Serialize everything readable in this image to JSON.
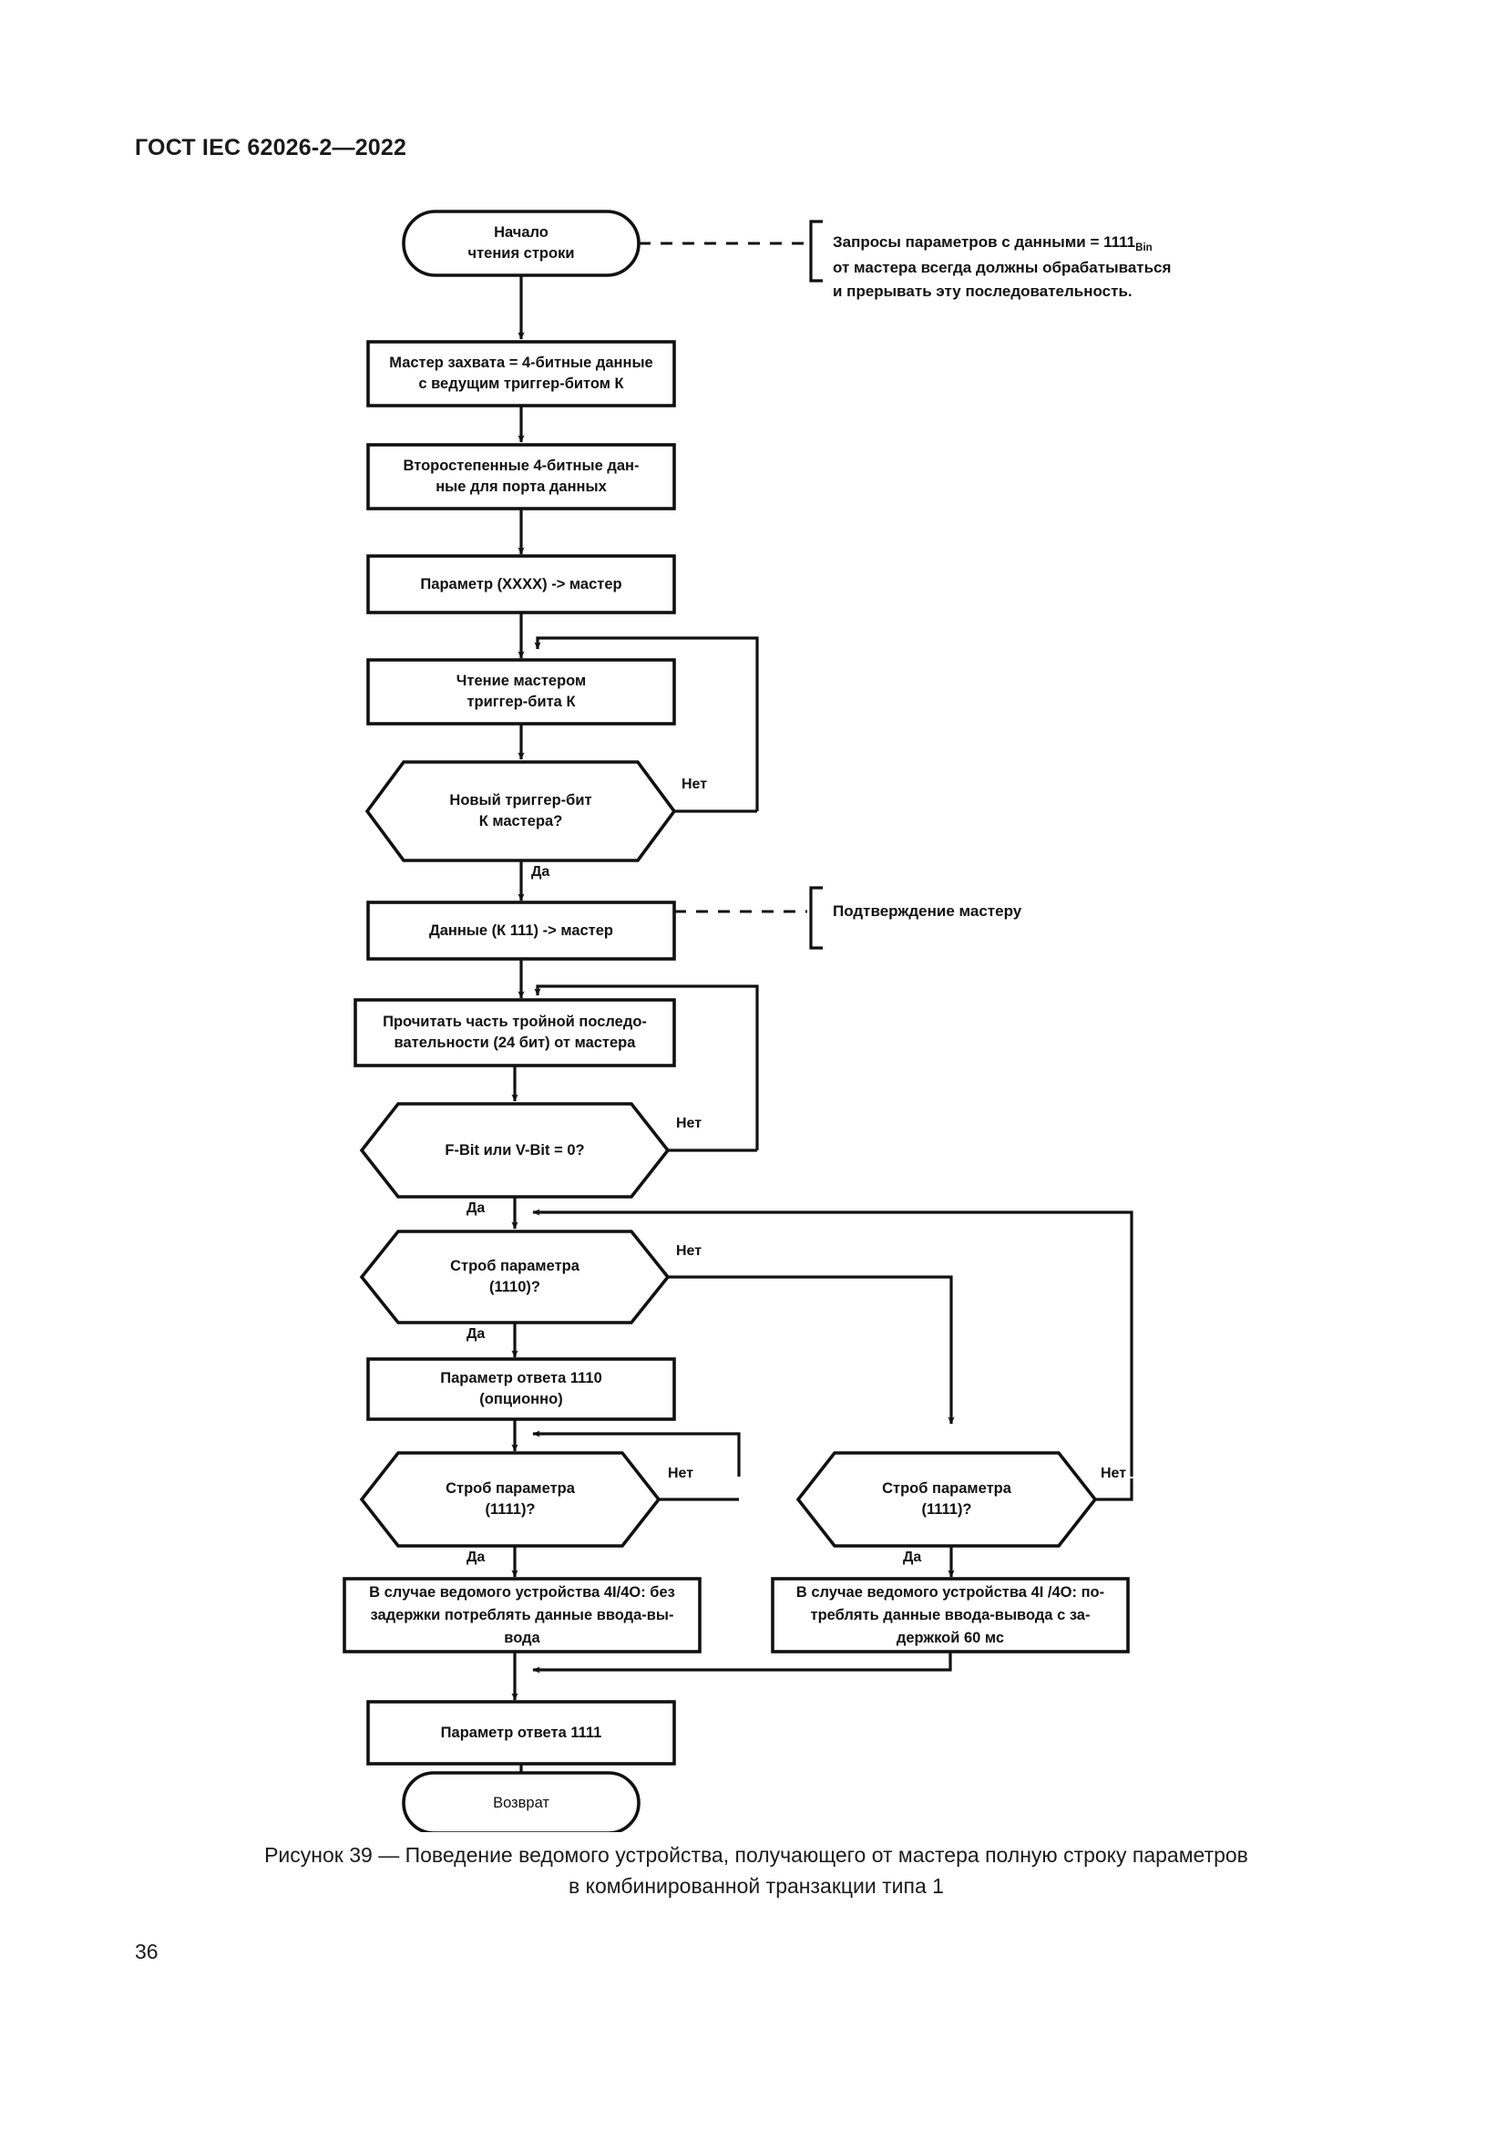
{
  "document": {
    "header": "ГОСТ IEC 62026-2—2022",
    "page_number": "36"
  },
  "figure": {
    "caption_line1": "Рисунок 39 — Поведение ведомого устройства, получающего от мастера полную строку параметров",
    "caption_line2": "в комбинированной транзакции типа 1",
    "nodes": {
      "start": "Начало\nчтения строки",
      "capture_master": "Мастер захвата = 4-битные данные\nс ведущим триггер-битом К",
      "secondary_data": "Второстепенные 4-битные дан-\nные для порта данных",
      "param_xxxx": "Параметр (ХХХХ) -> мастер",
      "master_read_trigger": "Чтение мастером\nтриггер-бита К",
      "decision_new_trigger": "Новый триггер-бит\nК мастера?",
      "data_k111": "Данные (К 111) -> мастер",
      "read_triple": "Прочитать часть тройной последо-\nвательности (24 бит) от мастера",
      "decision_fbit": "F-Bit или V-Bit = 0?",
      "decision_strobe_1110": "Строб параметра\n(1110)?",
      "param_answer_1110": "Параметр ответа 1110\n(опционно)",
      "decision_strobe_1111_left": "Строб параметра\n(1111)?",
      "decision_strobe_1111_right": "Строб параметра\n(1111)?",
      "slave_4i4o_nodelay": "В случае ведомого устройства 4I/4O: без\nзадержки потреблять данные ввода-вы-\nвода",
      "slave_4i4o_delay": "В случае ведомого устройства 4I /4O: по-\nтреблять данные ввода-вывода с за-\nдержкой 60 мс",
      "param_answer_1111": "Параметр ответа 1111",
      "return": "Возврат"
    },
    "edge_labels": {
      "no_new_trigger": "Нет",
      "yes_new_trigger": "Да",
      "no_fbit": "Нет",
      "yes_fbit": "Да",
      "no_strobe_1110": "Нет",
      "yes_strobe_1110": "Да",
      "no_strobe_1111_left": "Нет",
      "yes_strobe_1111_left": "Да",
      "no_strobe_1111_right": "Нет",
      "yes_strobe_1111_right": "Да"
    },
    "notes": {
      "note_start_prefix": "Запросы параметров с данными = 1111",
      "note_start_subscript": "Bin",
      "note_start_rest": "\nот мастера всегда должны обрабатываться\nи прерывать эту последовательность.",
      "note_ack": "Подтверждение мастеру"
    },
    "colors": {
      "stroke": "#111111",
      "background": "#ffffff",
      "text": "#111111"
    }
  }
}
